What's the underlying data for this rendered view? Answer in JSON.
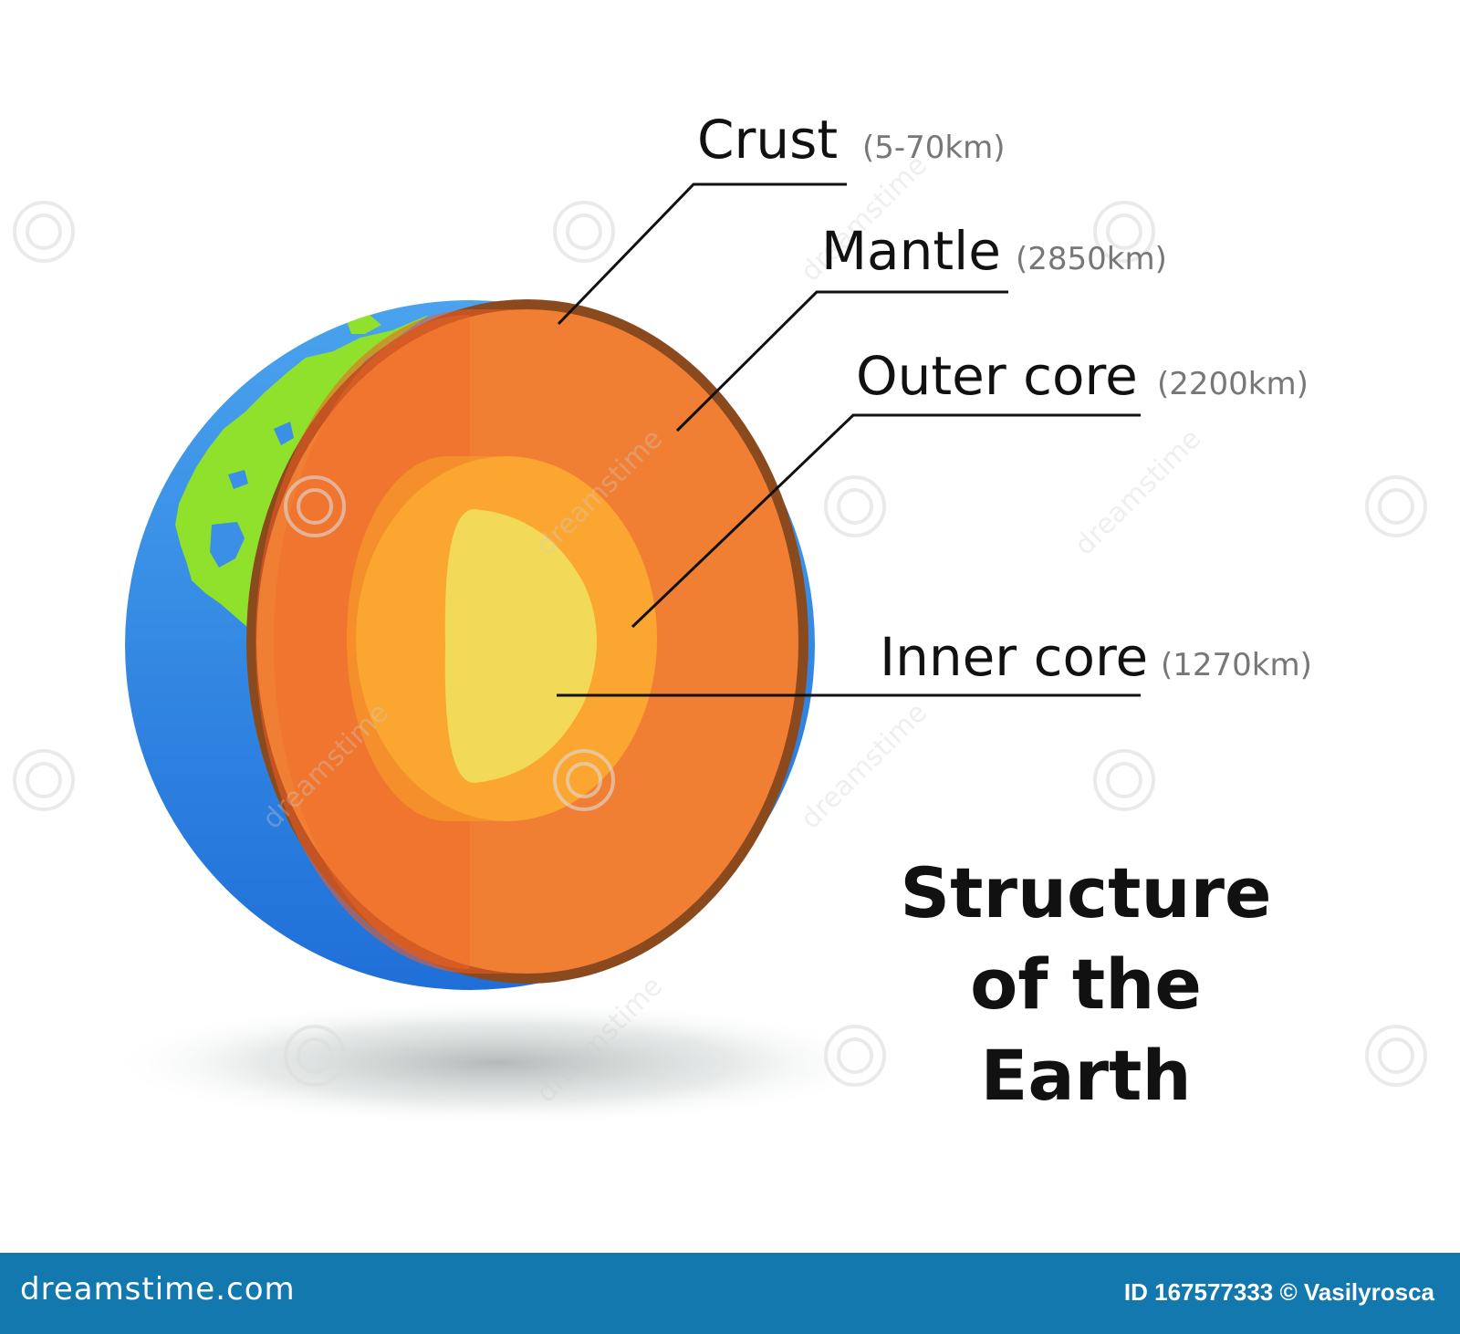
{
  "title": {
    "lines": [
      "Structure",
      "of the",
      "Earth"
    ]
  },
  "layers": [
    {
      "name": "Crust",
      "thickness": "(5-70km)"
    },
    {
      "name": "Mantle",
      "thickness": "(2850km)"
    },
    {
      "name": "Outer core",
      "thickness": "(2200km)"
    },
    {
      "name": "Inner core",
      "thickness": "(1270km)"
    }
  ],
  "colors": {
    "ocean": "#3b8fe6",
    "land": "#8fe12b",
    "crust_outline": "#8a4a1e",
    "mantle": "#f07f34",
    "mantle_shadow": "#f25c26",
    "outer_core": "#fba631",
    "inner_core": "#f2d957",
    "footer": "#1278ad"
  },
  "watermark": {
    "text": "dreamstime",
    "icon": "spiral-logo-icon"
  },
  "footer": {
    "brand": "dreamstime.com",
    "credit": "ID 167577333 © Vasilyrosca"
  }
}
